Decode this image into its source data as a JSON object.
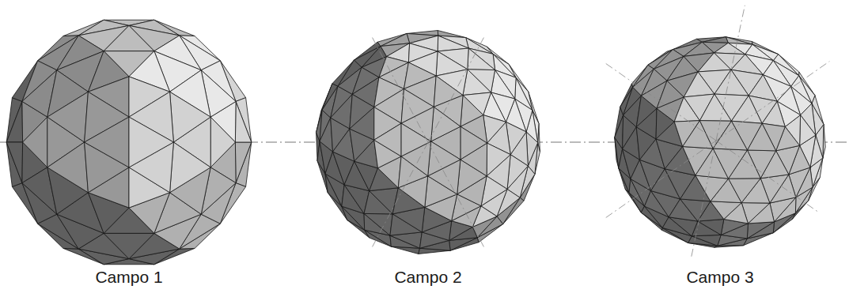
{
  "diagram": {
    "labels": [
      "Campo 1",
      "Campo 2",
      "Campo 3"
    ]
  }
}
